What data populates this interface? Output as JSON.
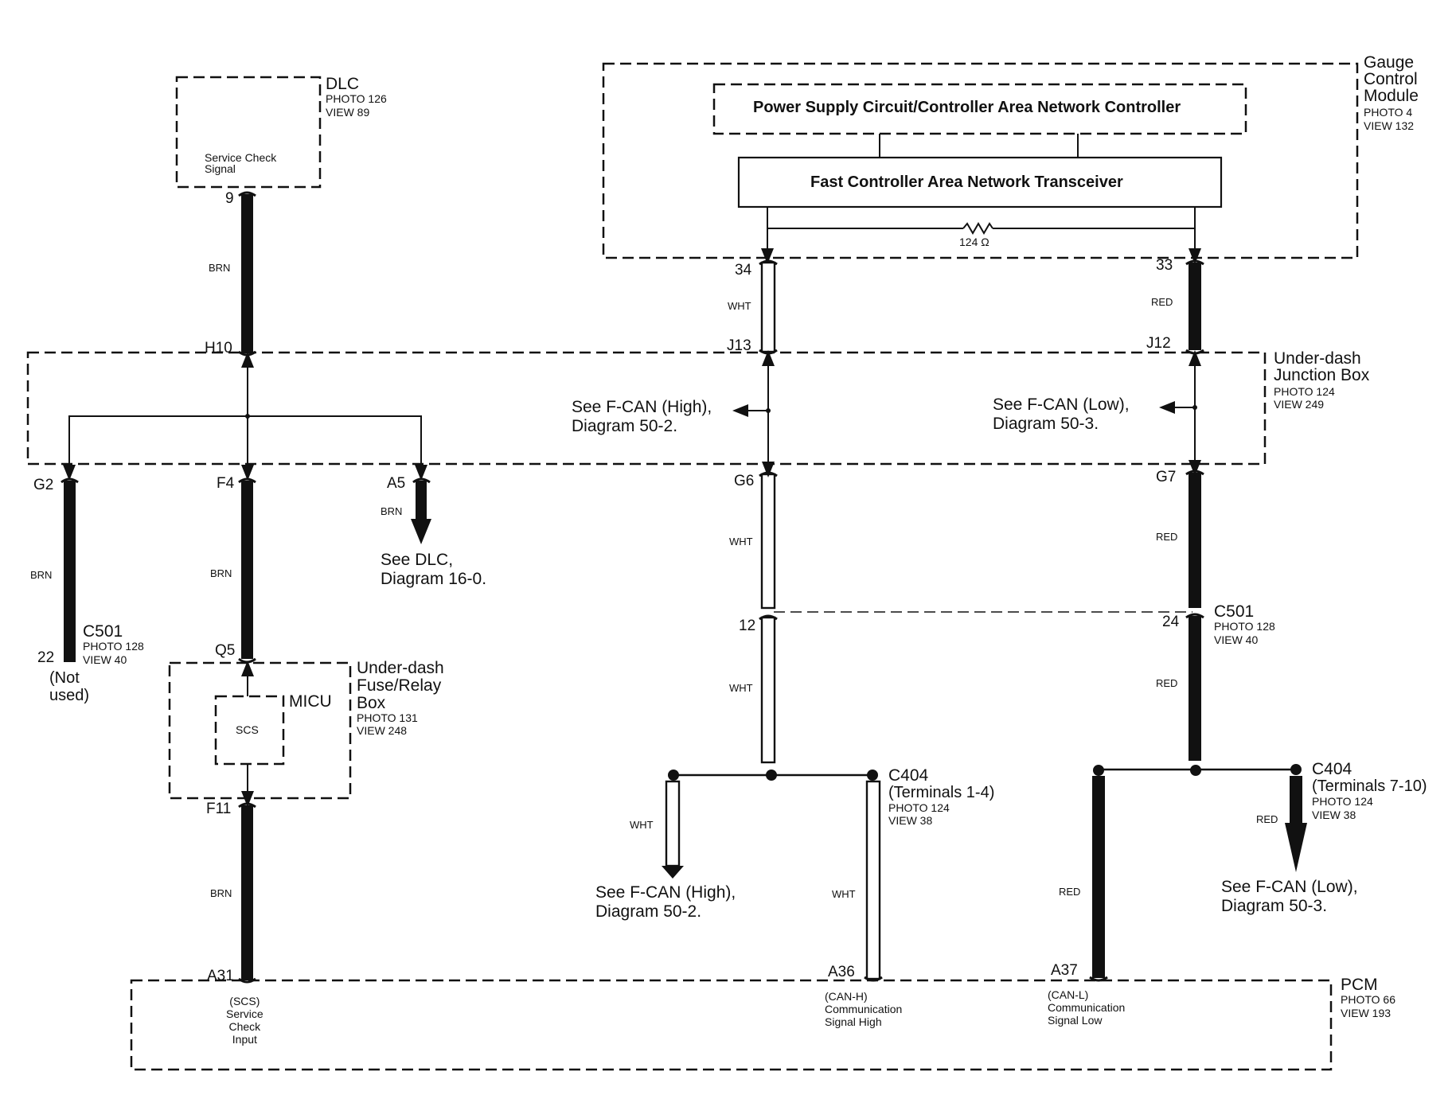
{
  "components": {
    "dlc": {
      "name": "DLC",
      "photo": "PHOTO 126",
      "view": "VIEW 89",
      "signal": "Service Check\nSignal"
    },
    "gauge": {
      "name": "Gauge\nControl\nModule",
      "photo": "PHOTO 4",
      "view": "VIEW 132",
      "power": "Power Supply Circuit/Controller Area Network Controller",
      "transceiver": "Fast Controller Area Network Transceiver",
      "resistor": "124 Ω"
    },
    "junction": {
      "name": "Under-dash\nJunction Box",
      "photo": "PHOTO 124",
      "view": "VIEW 249"
    },
    "fuse": {
      "name": "Under-dash\nFuse/Relay\nBox",
      "photo": "PHOTO 131",
      "view": "VIEW 248",
      "micu": "MICU",
      "scs": "SCS"
    },
    "c501_left": {
      "name": "C501",
      "photo": "PHOTO 128",
      "view": "VIEW 40",
      "note": "(Not\nused)"
    },
    "c501_right": {
      "name": "C501",
      "photo": "PHOTO 128",
      "view": "VIEW 40"
    },
    "c404_left": {
      "name": "C404",
      "terminals": "(Terminals 1-4)",
      "photo": "PHOTO 124",
      "view": "VIEW 38"
    },
    "c404_right": {
      "name": "C404",
      "terminals": "(Terminals 7-10)",
      "photo": "PHOTO 124",
      "view": "VIEW 38"
    },
    "pcm": {
      "name": "PCM",
      "photo": "PHOTO 66",
      "view": "VIEW 193",
      "scs": "(SCS)\nService\nCheck\nInput",
      "canh": "(CAN-H)\nCommunication\nSignal High",
      "canl": "(CAN-L)\nCommunication\nSignal Low"
    }
  },
  "pins": {
    "p9": "9",
    "h10": "H10",
    "g2": "G2",
    "f4": "F4",
    "a5": "A5",
    "p22": "22",
    "q5": "Q5",
    "f11": "F11",
    "a31": "A31",
    "p34": "34",
    "j13": "J13",
    "g6": "G6",
    "p12": "12",
    "a36": "A36",
    "p33": "33",
    "j12": "J12",
    "g7": "G7",
    "p24": "24",
    "a37": "A37"
  },
  "wires": {
    "brn": "BRN",
    "wht": "WHT",
    "red": "RED"
  },
  "references": {
    "fcan_high_top": "See F-CAN (High),\nDiagram 50-2.",
    "fcan_low_top": "See F-CAN (Low),\nDiagram 50-3.",
    "dlc_ref": "See DLC,\nDiagram 16-0.",
    "fcan_high_bottom": "See F-CAN (High),\nDiagram 50-2.",
    "fcan_low_bottom": "See F-CAN (Low),\nDiagram 50-3."
  }
}
